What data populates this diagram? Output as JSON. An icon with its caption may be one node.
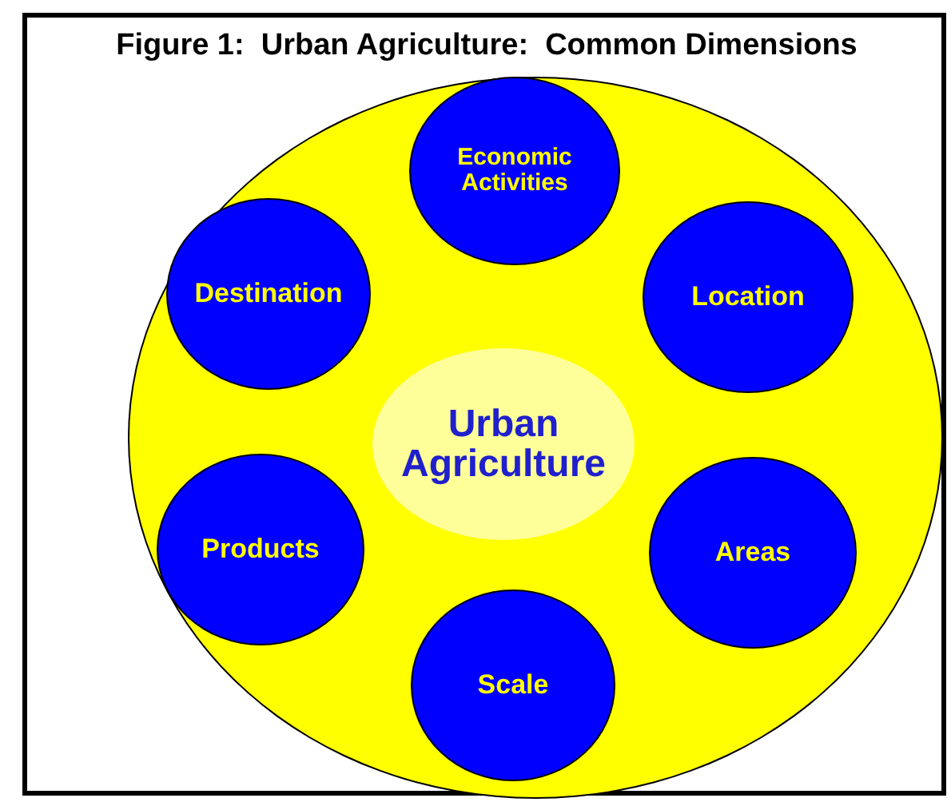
{
  "diagram": {
    "title": "Figure 1:  Urban Agriculture:  Common Dimensions",
    "nodes": [
      {
        "text": [],
        "shape": "circle"
      },
      {
        "text": [
          "Economic Activities"
        ],
        "in": 0
      },
      {
        "text": [
          "Destination"
        ],
        "in": 0
      },
      {
        "text": [
          "Location"
        ],
        "in": 0
      },
      {
        "text": [
          "Urban Agriculture"
        ],
        "in": 0
      },
      {
        "text": [
          "Products"
        ],
        "in": 0
      },
      {
        "text": [
          "Areas"
        ],
        "in": 0
      },
      {
        "text": [
          "Scale"
        ],
        "in": 0
      }
    ],
    "edges": []
  }
}
